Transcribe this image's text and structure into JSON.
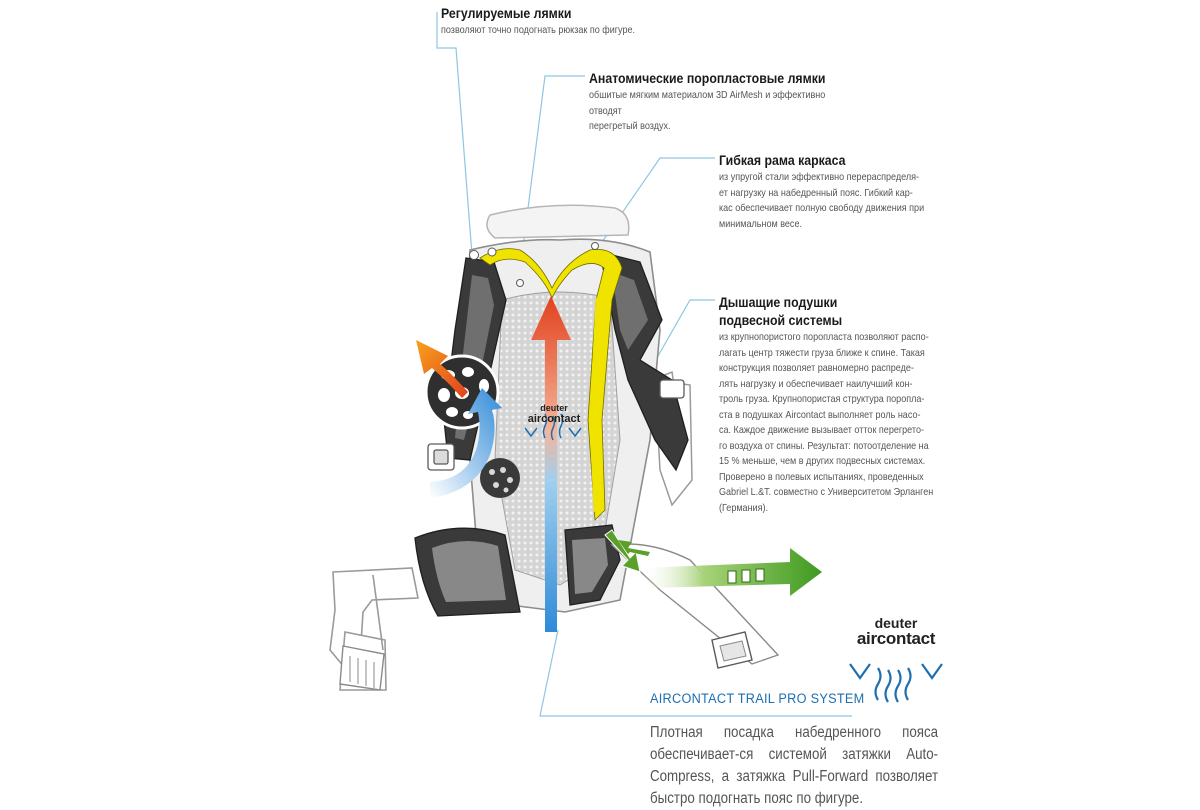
{
  "callouts": [
    {
      "title": "Регулируемые лямки",
      "lines": [
        "позволяют точно подогнать рюкзак по фигуре."
      ]
    },
    {
      "title": "Анатомические поропластовые лямки",
      "lines": [
        "обшитые мягким материалом 3D AirMesh и эффективно отводят",
        "перегретый воздух."
      ]
    },
    {
      "title": "Гибкая рама каркаса",
      "lines": [
        "из упругой стали эффективно перераспределя-",
        "ет нагрузку на набедренный пояс. Гибкий кар-",
        "кас обеспечивает полную свободу движения при",
        "минимальном весе."
      ]
    },
    {
      "title": "Дышащие подушки подвесной системы",
      "lines": [
        "из крупнопористого поропласта позволяют распо-",
        "лагать центр тяжести груза ближе к спине. Такая",
        "конструкция позволяет равномерно распреде-",
        "лять нагрузку и обеспечивает наилучший кон-",
        "троль груза. Крупнопористая структура поропла-",
        "ста в подушках  Aircontact выполняет роль насо-",
        "са. Каждое движение вызывает отток перегрето-",
        "го воздуха от спины. Результат: потоотделение на",
        "15 % меньше, чем в других подвесных системах.",
        "Проверено в полевых испытаниях, проведенных",
        "Gabriel L.&T. совместно с Университетом Эрланген",
        "(Германия)."
      ]
    }
  ],
  "system_name": "AIRCONTACT TRAIL PRO SYSTEM",
  "bottom_text": "Плотная посадка набедренного пояса обеспечивает-ся системой затяжки Auto-Compress, а затяжка Pull-Forward позволяет быстро подогнать пояс по фигуре.",
  "logo": {
    "brand": "deuter",
    "product": "aircontact"
  },
  "backpack_logo": {
    "brand": "deuter",
    "product": "aircontact"
  },
  "colors": {
    "accent_blue": "#1c6fb0",
    "callout_line": "#8fc6e2",
    "frame_yellow": "#f0e300",
    "hot_air": "#e2401c",
    "cool_air": "#2f8ad8",
    "compress_green": "#5aa02a",
    "padding_gray": "#3a3a3a"
  },
  "icons": [
    "heat-waves-icon",
    "warm-air-arrow-icon",
    "cool-air-arrow-icon",
    "pull-forward-arrow-icon"
  ]
}
